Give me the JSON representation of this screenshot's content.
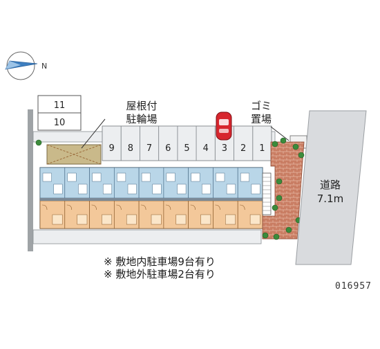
{
  "compass": {
    "label": "N"
  },
  "parking_table": [
    {
      "label": "11"
    },
    {
      "label": "10"
    }
  ],
  "bicycle_parking": {
    "line1": "屋根付",
    "line2": "駐輪場"
  },
  "garbage": {
    "line1": "ゴミ",
    "line2": "置場"
  },
  "parking_spaces": [
    "9",
    "8",
    "7",
    "6",
    "5",
    "4",
    "3",
    "2",
    "1"
  ],
  "road": {
    "line1": "道路",
    "line2": "7.1m"
  },
  "notes": [
    "※ 敷地内駐車場9台有り",
    "※ 敷地外駐車場2台有り"
  ],
  "code": "016957",
  "colors": {
    "wall": "#9fa3a6",
    "parking": "#eceef0",
    "brick": "#c97d63",
    "road": "#d9dbde",
    "unit_wet": "#b9d6e8",
    "unit_room": "#f3c89a",
    "car": "#d7262e",
    "bike_area": "#c9b98a",
    "green": "#3c8b3c"
  }
}
